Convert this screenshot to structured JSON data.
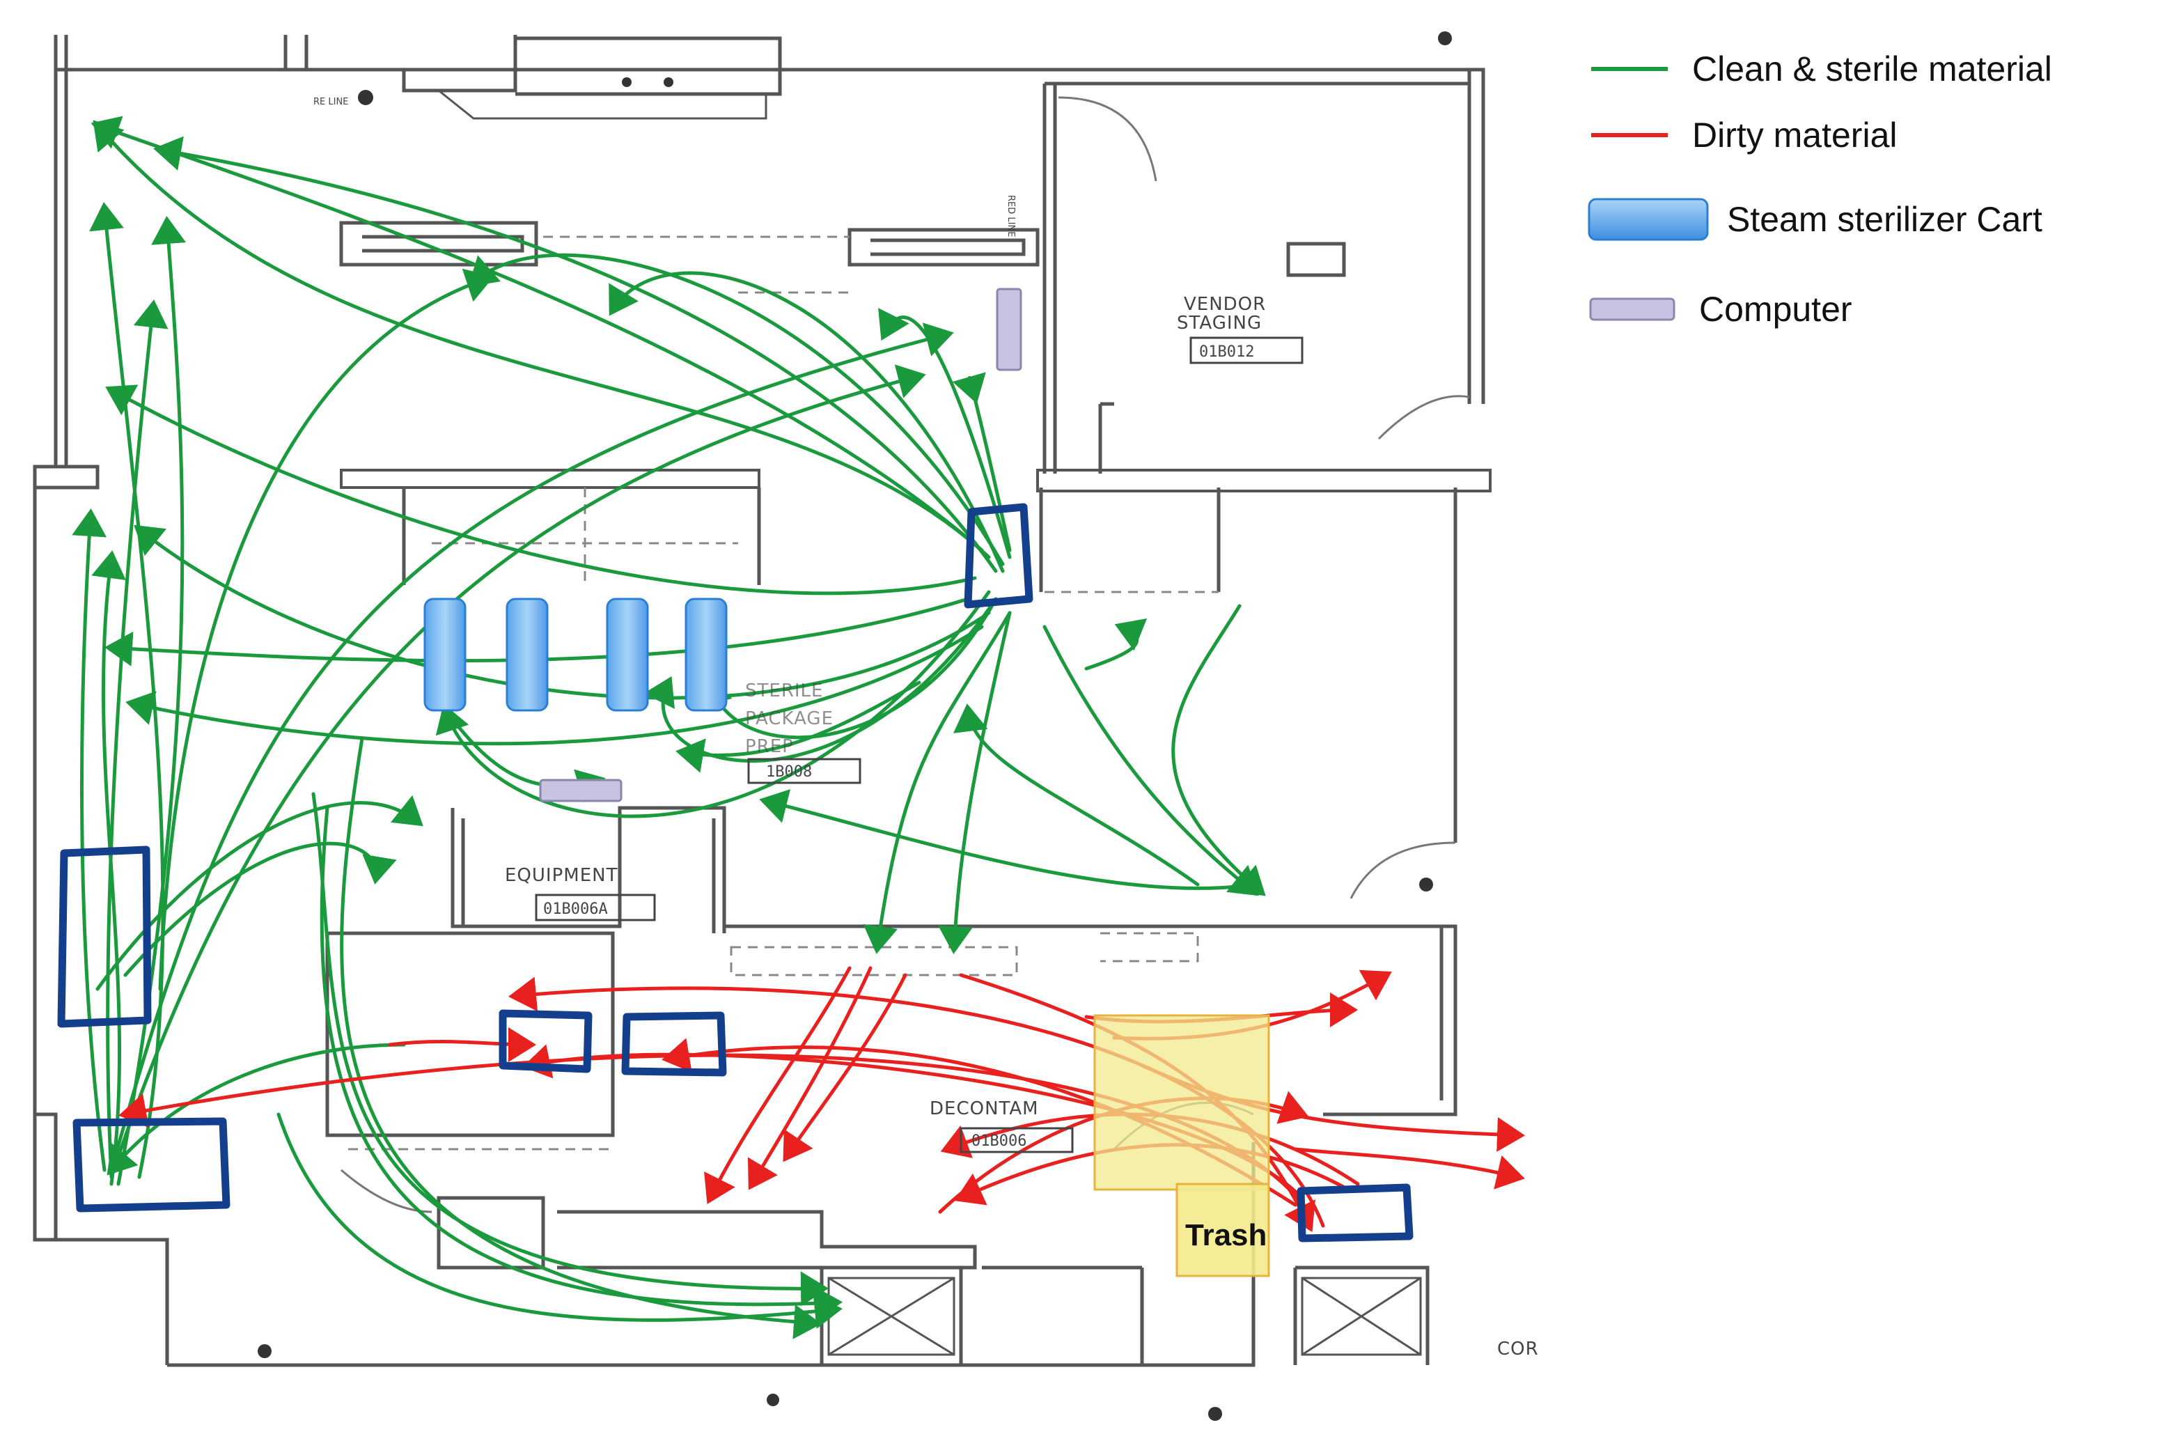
{
  "legend": {
    "clean_label": "Clean & sterile material",
    "dirty_label": "Dirty  material",
    "cart_label": "Steam sterilizer Cart",
    "computer_label": "Computer"
  },
  "colors": {
    "clean": "#1a9a3c",
    "dirty": "#e8201e",
    "cart_fill": "#6fb2ee",
    "cart_stroke": "#2a7fd4",
    "computer_fill": "#c7c3e0",
    "marker": "#143f8c",
    "trash_fill": "#f3ea8c",
    "trash_stroke": "#e8b23c",
    "wall": "#555555"
  },
  "rooms": {
    "vendor_staging": "VENDOR\nSTAGING",
    "vendor_staging_id": "01B012",
    "sterile_package": "STERILE\nPACKAGE\nPREP",
    "sterile_package_id": "1B008",
    "equipment": "EQUIPMENT",
    "equipment_id": "01B006A",
    "decontam": "DECONTAM",
    "decontam_id": "01B006",
    "trash": "Trash",
    "reline": "RE  LINE",
    "red_line": "RED LINE",
    "cor": "COR"
  }
}
